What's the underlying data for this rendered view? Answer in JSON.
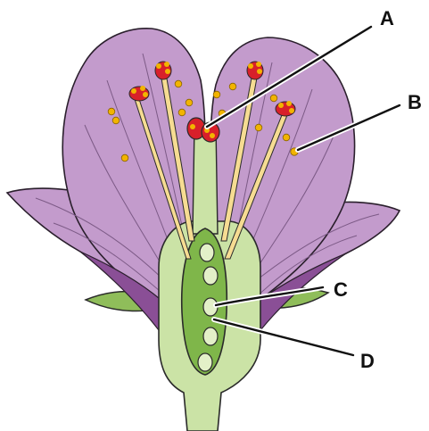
{
  "labels": {
    "a": "A",
    "b": "B",
    "c": "C",
    "d": "D"
  },
  "colors": {
    "petal": "#c39bcc",
    "petal_outline": "#2a1f2c",
    "petal_inner": "#8a4f96",
    "receptacle": "#cbe3a6",
    "sepal": "#8fbd5a",
    "ovary": "#7fb64a",
    "ovule": "#e3f0c8",
    "filament": "#f6dc92",
    "anther": "#d8202a",
    "pollen": "#f2b400",
    "leader": "#111111"
  }
}
